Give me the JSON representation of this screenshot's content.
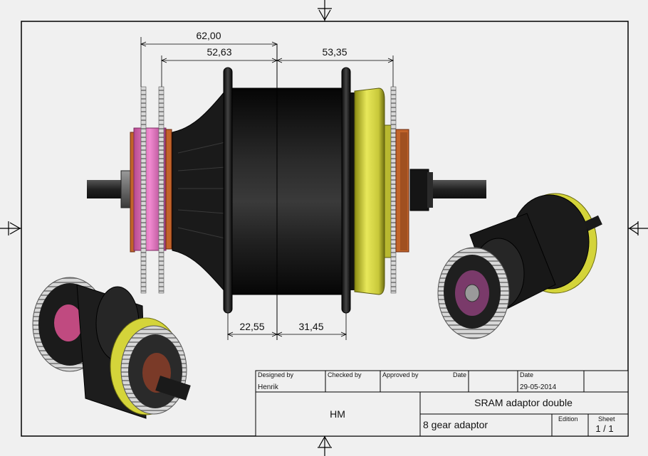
{
  "dimensions": {
    "top_overall": "62,00",
    "top_left_inner": "52,63",
    "top_right": "53,35",
    "bottom_left": "22,55",
    "bottom_right": "31,45"
  },
  "title_block": {
    "designed_by_label": "Designed by",
    "designed_by_value": "Henrik",
    "checked_by_label": "Checked by",
    "approved_by_label": "Approved by",
    "date_label_1": "Date",
    "date_label_2": "Date",
    "date_value": "29-05-2014",
    "company": "HM",
    "title": "SRAM adaptor double",
    "subtitle": "8 gear adaptor",
    "edition_label": "Edition",
    "sheet_label": "Sheet",
    "sheet_value": "1 / 1"
  },
  "colors": {
    "background": "#f0f0f0",
    "hub_body": "#1c1c1c",
    "yellow_flange": "#d4d43a",
    "pink_spacer": "#e36ab8",
    "orange_ring": "#c2642a",
    "sprocket": "#cfcfcf"
  }
}
